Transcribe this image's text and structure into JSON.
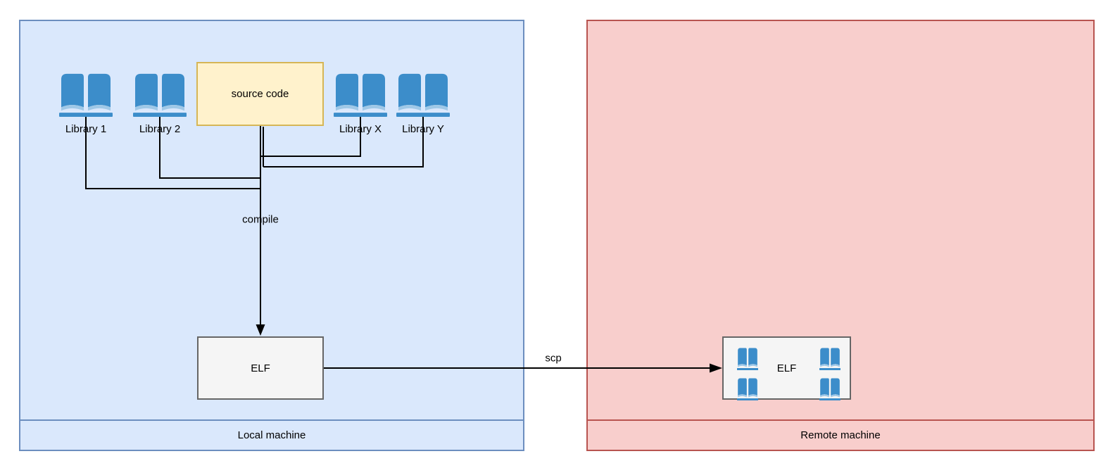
{
  "diagram": {
    "local_machine": {
      "label": "Local machine",
      "libraries": [
        {
          "label": "Library 1"
        },
        {
          "label": "Library 2"
        },
        {
          "label": "Library X"
        },
        {
          "label": "Library Y"
        }
      ],
      "source_box": {
        "label": "source code"
      },
      "elf_box": {
        "label": "ELF"
      },
      "compile_edge_label": "compile"
    },
    "remote_machine": {
      "label": "Remote machine",
      "elf_box": {
        "label": "ELF"
      }
    },
    "scp_edge_label": "scp"
  },
  "colors": {
    "local_fill": "#dae8fc",
    "local_border": "#6c8ebf",
    "remote_fill": "#f8cecc",
    "remote_border": "#b85450",
    "source_fill": "#fff2cc",
    "source_border": "#d6b656",
    "elf_fill": "#f5f5f5",
    "elf_border": "#666666",
    "book_blue": "#3c8dca",
    "book_page_edge": "#9fc8e7",
    "edge_line": "#000000",
    "text": "#000000",
    "page_background": "#ffffff"
  }
}
